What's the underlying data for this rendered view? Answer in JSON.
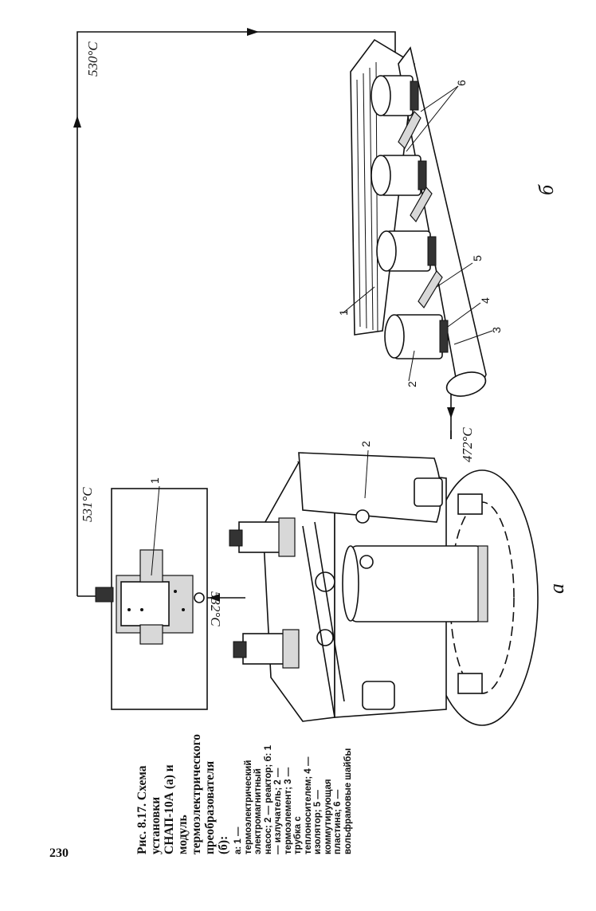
{
  "page_number": "230",
  "caption": {
    "title": "Рис. 8.17. Схема установки СНАП-10А (а) и модуль термоэлектрического преобразователя (б):",
    "legend": "а: 1 — термоэлектрический электромагнитный насос; 2 — реактор; б: 1 — излучатель; 2 — термоэлемент; 3 — трубка с теплоносителем; 4 — изолятор; 5 — коммутирующая пластина; 6 — вольфрамовые шайбы"
  },
  "figure": {
    "temperatures": {
      "top_right": "530°C",
      "top_left": "531°C",
      "pump_outlet": "532°C",
      "return": "472°C"
    },
    "panel_a": {
      "label": "а",
      "callouts": [
        "1",
        "2"
      ]
    },
    "panel_b": {
      "label": "б",
      "callouts": [
        "1",
        "2",
        "3",
        "4",
        "5",
        "6"
      ]
    }
  }
}
